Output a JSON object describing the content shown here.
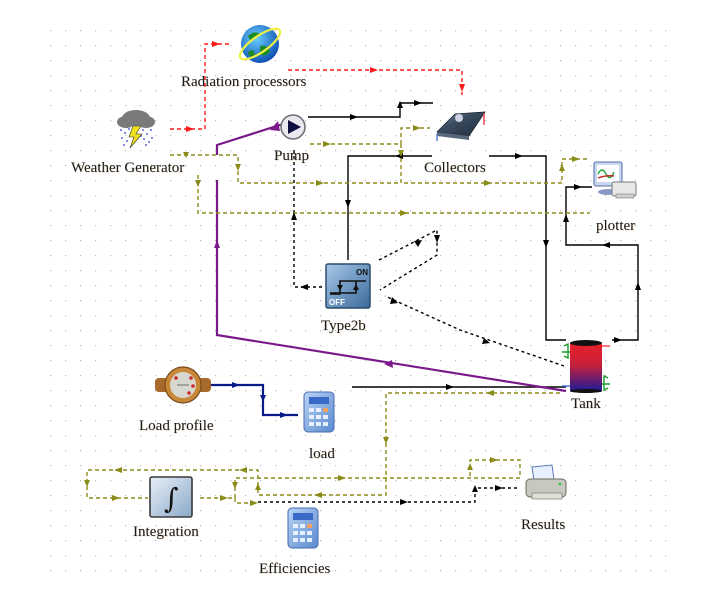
{
  "diagram": {
    "title": "TRNSYS solar water heating simulation studio",
    "components": [
      {
        "id": "weather",
        "label": "Weather Generator",
        "icon": "weather-storm-icon"
      },
      {
        "id": "radiation",
        "label": "Radiation processors",
        "icon": "globe-icon"
      },
      {
        "id": "pump",
        "label": "Pump",
        "icon": "pump-icon"
      },
      {
        "id": "collectors",
        "label": "Collectors",
        "icon": "solar-collector-icon"
      },
      {
        "id": "plotter",
        "label": "plotter",
        "icon": "plotter-monitor-icon"
      },
      {
        "id": "type2b",
        "label": "Type2b",
        "icon": "on-off-controller-icon",
        "icon_text_on": "ON",
        "icon_text_off": "OFF"
      },
      {
        "id": "tank",
        "label": "Tank",
        "icon": "storage-tank-icon"
      },
      {
        "id": "loadprofile",
        "label": "Load profile",
        "icon": "water-meter-icon"
      },
      {
        "id": "load",
        "label": "load",
        "icon": "calculator-icon"
      },
      {
        "id": "integration",
        "label": "Integration",
        "icon": "integral-icon",
        "icon_text": "∫"
      },
      {
        "id": "efficiencies",
        "label": "Efficiencies",
        "icon": "calculator-icon"
      },
      {
        "id": "results",
        "label": "Results",
        "icon": "printer-icon"
      }
    ],
    "link_colors": {
      "radiation_red": "#ff1a1a",
      "fluid_black": "#000000",
      "control_black_dashed": "#000000",
      "output_olive": "#8b8b1a",
      "return_purple": "#7a1a8a",
      "load_navy": "#0a1a8a"
    }
  }
}
